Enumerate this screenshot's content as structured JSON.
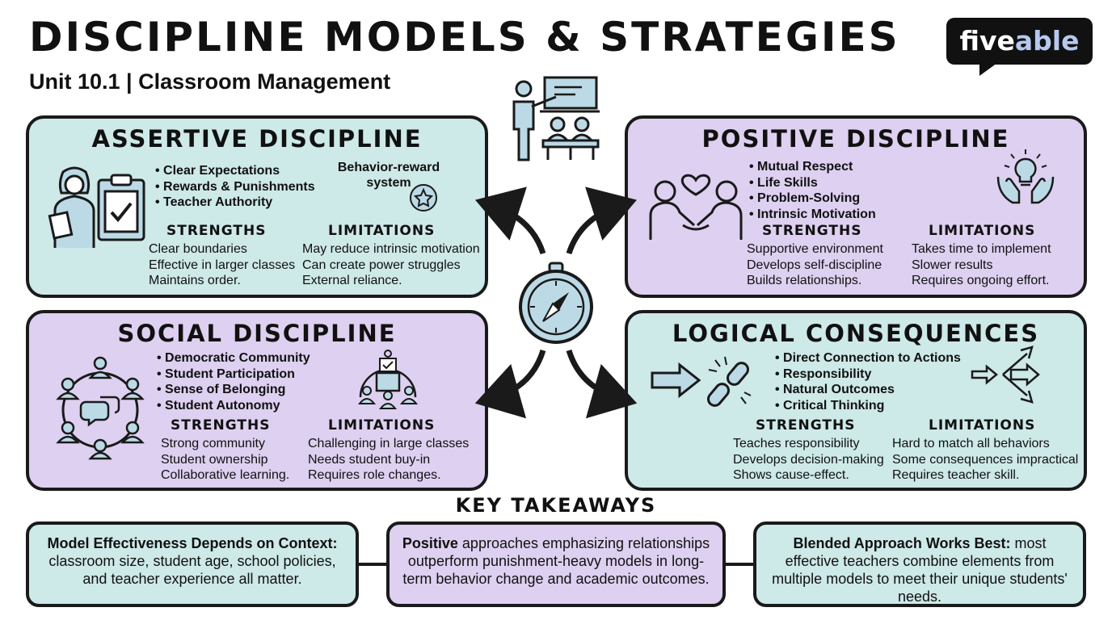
{
  "header": {
    "title": "DISCIPLINE MODELS & STRATEGIES",
    "subtitle": "Unit 10.1 | Classroom Management",
    "logo_left": "five",
    "logo_right": "able"
  },
  "panels": {
    "assertive": {
      "title": "ASSERTIVE DISCIPLINE",
      "bullets": [
        "Clear Expectations",
        "Rewards & Punishments",
        "Teacher Authority"
      ],
      "icon_caption": [
        "Behavior-reward",
        "system"
      ],
      "strengths_label": "STRENGTHS",
      "strengths": [
        "Clear boundaries",
        "Effective in larger classes",
        "Maintains order."
      ],
      "limitations_label": "LIMITATIONS",
      "limitations": [
        "May reduce intrinsic motivation",
        "Can create power struggles",
        "External reliance."
      ]
    },
    "positive": {
      "title": "POSITIVE DISCIPLINE",
      "bullets": [
        "Mutual Respect",
        "Life Skills",
        "Problem-Solving",
        "Intrinsic Motivation"
      ],
      "strengths_label": "STRENGTHS",
      "strengths": [
        "Supportive environment",
        "Develops self-discipline",
        "Builds relationships."
      ],
      "limitations_label": "LIMITATIONS",
      "limitations": [
        "Takes time to implement",
        "Slower results",
        "Requires ongoing effort."
      ]
    },
    "social": {
      "title": "SOCIAL DISCIPLINE",
      "bullets": [
        "Democratic Community",
        "Student Participation",
        "Sense of Belonging",
        "Student Autonomy"
      ],
      "strengths_label": "STRENGTHS",
      "strengths": [
        "Strong community",
        "Student ownership",
        "Collaborative learning."
      ],
      "limitations_label": "LIMITATIONS",
      "limitations": [
        "Challenging in large classes",
        "Needs student buy-in",
        "Requires role changes."
      ]
    },
    "logical": {
      "title": "LOGICAL CONSEQUENCES",
      "bullets": [
        "Direct Connection to Actions",
        "Responsibility",
        "Natural Outcomes",
        "Critical Thinking"
      ],
      "strengths_label": "STRENGTHS",
      "strengths": [
        "Teaches responsibility",
        "Develops decision-making",
        "Shows cause-effect."
      ],
      "limitations_label": "LIMITATIONS",
      "limitations": [
        "Hard to match all behaviors",
        "Some consequences impractical",
        "Requires teacher skill."
      ]
    }
  },
  "takeaways": {
    "title": "KEY TAKEAWAYS",
    "items": [
      {
        "bold": "Model Effectiveness Depends on Context:",
        "text": " classroom size, student age, school policies, and teacher experience all matter."
      },
      {
        "bold": "Positive",
        "text": " approaches emphasizing relationships outperform punishment-heavy models in long-term behavior change and academic outcomes."
      },
      {
        "bold": "Blended Approach Works Best:",
        "text": " most effective teachers combine elements from multiple models to meet their unique students' needs."
      }
    ]
  },
  "colors": {
    "teal": "#cde9e8",
    "purple": "#ddd0f0",
    "ink": "#1a1a1a",
    "icon_fill": "#bcd9e6"
  },
  "icons": [
    "teacher-classroom-icon",
    "compass-icon",
    "teacher-clipboard-icon",
    "star-medal-icon",
    "handshake-heart-icon",
    "lightbulb-hands-icon",
    "community-circle-icon",
    "podium-voting-icon",
    "arrow-cause-icon",
    "broken-chain-icon",
    "branching-arrows-icon"
  ]
}
